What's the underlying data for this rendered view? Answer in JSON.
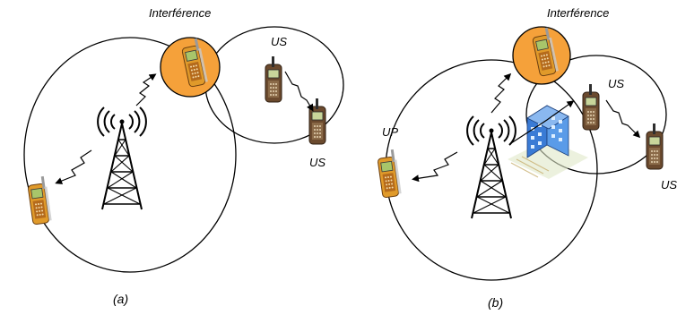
{
  "panel_a": {
    "interference_label": "Interférence",
    "us_label_top": "US",
    "us_label_bottom": "US",
    "caption": "(a)"
  },
  "panel_b": {
    "interference_label": "Interférence",
    "us_label_top": "US",
    "us_label_right": "US",
    "up_label": "UP",
    "caption": "(b)"
  },
  "colors": {
    "interference_fill": "#f5a13a",
    "phone_orange": "#e09a2a",
    "phone_brown": "#6b4a2e",
    "building_blue": "#3a7bd5"
  }
}
